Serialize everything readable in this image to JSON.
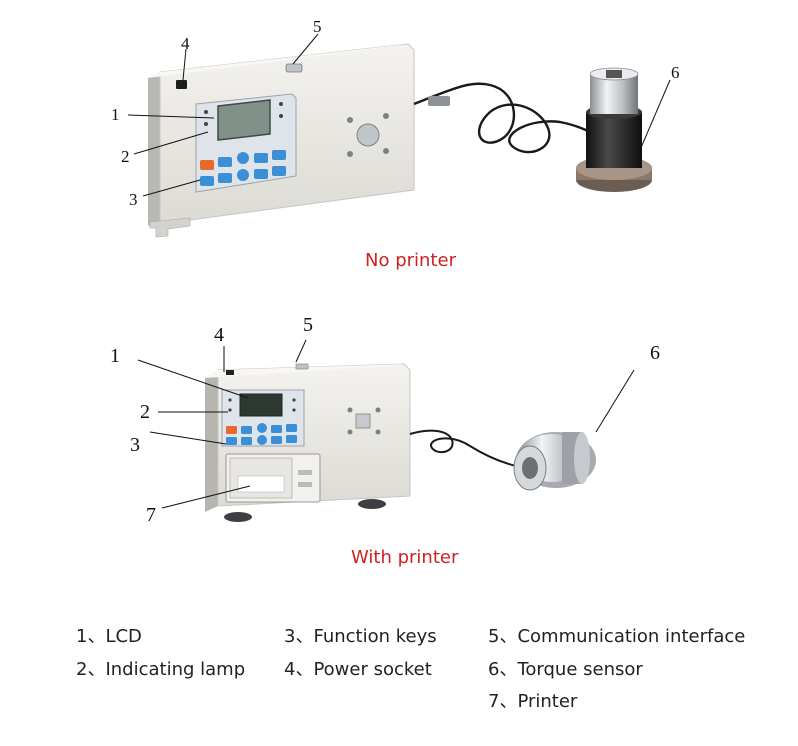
{
  "captions": {
    "no_printer": "No printer",
    "with_printer": "With printer"
  },
  "caption_color": "#cc2222",
  "top_callouts": [
    "1",
    "2",
    "3",
    "4",
    "5",
    "6"
  ],
  "bottom_callouts": [
    "1",
    "2",
    "3",
    "4",
    "5",
    "6",
    "7"
  ],
  "legend": [
    "1、LCD",
    "2、Indicating lamp",
    "3、Function keys",
    "4、Power socket",
    "5、Communication interface",
    "6、Torque sensor",
    "7、Printer"
  ],
  "colors": {
    "housing": "#ecebe7",
    "panel": "#dfe4ea",
    "lcd": "#7f9188",
    "key_blue": "#3a8fd6",
    "key_orange": "#e8692c",
    "sensor_dark": "#2a2a2a",
    "metal": "#c9ccd0"
  }
}
